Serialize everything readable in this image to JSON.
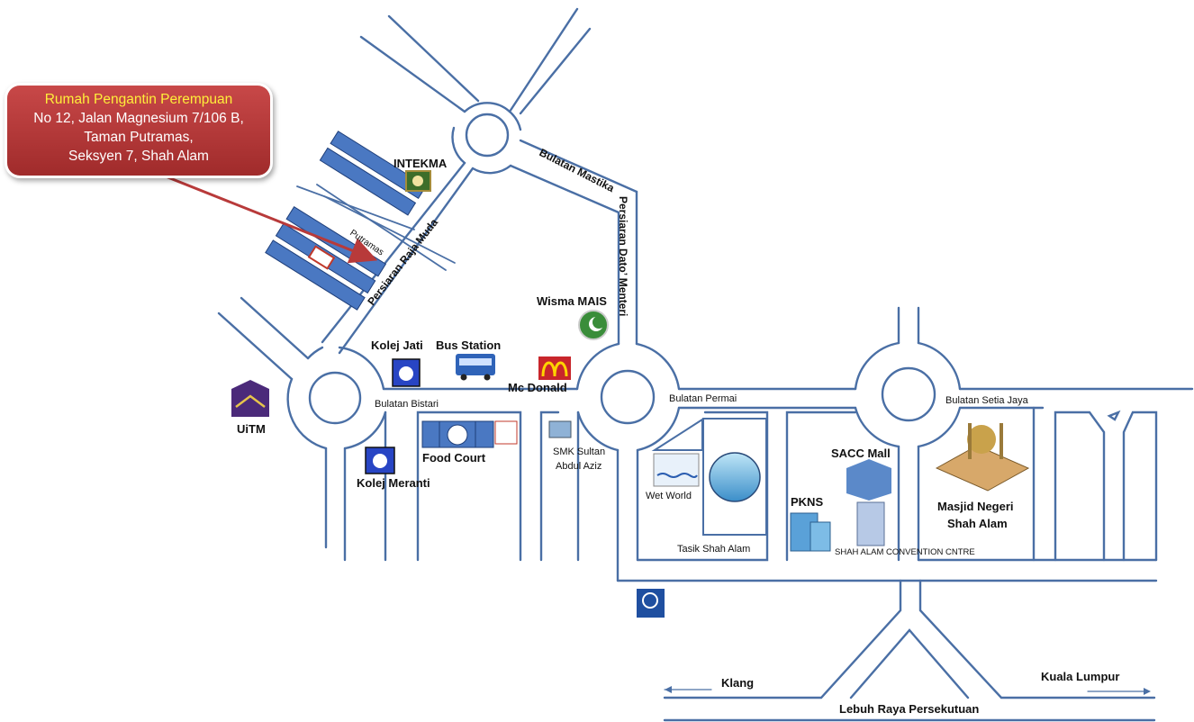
{
  "callout": {
    "title": "Rumah Pengantin Perempuan",
    "line1": "No 12, Jalan Magnesium 7/106 B,",
    "line2": "Taman Putramas,",
    "line3": "Seksyen 7, Shah Alam"
  },
  "roads": {
    "bulatan_mastika": "Bulatan Mastika",
    "persiaran_dato_menteri": "Persiaran Dato’ Menteri",
    "persiaran_raja_muda": "Persiaran Raja Muda",
    "putramas": "Putramas",
    "bulatan_bistari": "Bulatan Bistari",
    "bulatan_permai": "Bulatan Permai",
    "bulatan_setia_jaya": "Bulatan Setia Jaya",
    "lebuh_raya": "Lebuh Raya Persekutuan",
    "klang": "Klang",
    "kuala_lumpur": "Kuala Lumpur"
  },
  "landmarks": {
    "intekma": "INTEKMA",
    "wisma_mais": "Wisma MAIS",
    "kolej_jati": "Kolej Jati",
    "bus_station": "Bus Station",
    "mc_donald": "Mc Donald",
    "uitm": "UiTM",
    "food_court": "Food Court",
    "kolej_meranti": "Kolej Meranti",
    "smk_line1": "SMK Sultan",
    "smk_line2": "Abdul Aziz",
    "wet_world": "Wet World",
    "tasik": "Tasik Shah Alam",
    "sacc_mall": "SACC Mall",
    "pkns": "PKNS",
    "convention": "SHAH ALAM CONVENTION CNTRE",
    "masjid_line1": "Masjid Negeri",
    "masjid_line2": "Shah Alam"
  },
  "colors": {
    "road": "#4a6fa5",
    "callout": "#b83a3a",
    "callout_title": "#ffef3a",
    "block": "#4a78c2"
  }
}
